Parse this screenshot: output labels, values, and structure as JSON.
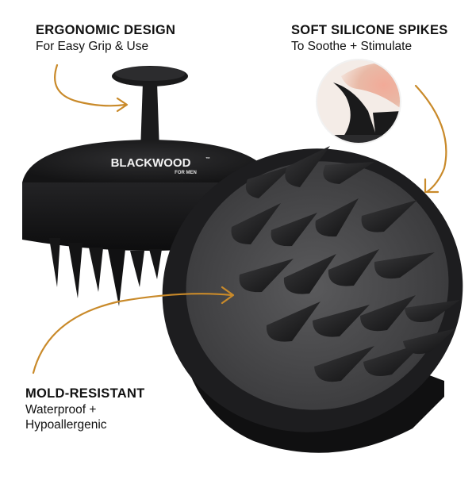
{
  "callouts": {
    "ergonomic": {
      "title": "ERGONOMIC DESIGN",
      "subtitle": "For Easy Grip & Use"
    },
    "spikes": {
      "title": "SOFT SILICONE SPIKES",
      "subtitle": "To Soothe + Stimulate"
    },
    "mold": {
      "title": "MOLD-RESISTANT",
      "line1": "Waterproof +",
      "line2": "Hypoallergenic"
    }
  },
  "product": {
    "brand": "BLACKWOOD",
    "brand_mark": "™",
    "brand_sub": "FOR MEN",
    "color": "#1c1c1e"
  },
  "colors": {
    "arrow": "#c98a2a",
    "brush_body": "#1c1c1e",
    "spike_base": "#4a4a4c",
    "inset_skin": "#e8a59a"
  },
  "icons": [
    "curved-arrow-icon"
  ]
}
